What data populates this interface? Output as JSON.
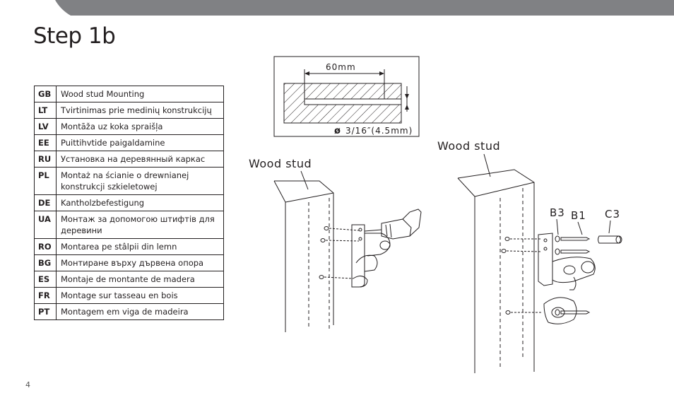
{
  "title": "Step 1b",
  "page_number": "4",
  "languages": [
    {
      "code": "GB",
      "text": "Wood stud Mounting"
    },
    {
      "code": "LT",
      "text": "Tvirtinimas prie medinių konstrukcijų"
    },
    {
      "code": "LV",
      "text": "Montāža uz koka spraišļa"
    },
    {
      "code": "EE",
      "text": "Puittihvtide paigaldamine"
    },
    {
      "code": "RU",
      "text": "Установка на деревянный каркас"
    },
    {
      "code": "PL",
      "text": "Montaż na ścianie o drewnianej konstrukcji szkieletowej"
    },
    {
      "code": "DE",
      "text": "Kantholzbefestigung"
    },
    {
      "code": "UA",
      "text": "Монтаж за допомогою штифтів для деревини"
    },
    {
      "code": "RO",
      "text": "Montarea pe stâlpii din lemn"
    },
    {
      "code": "BG",
      "text": "Монтиране върху дървена опора"
    },
    {
      "code": "ES",
      "text": "Montaje de montante de madera"
    },
    {
      "code": "FR",
      "text": "Montage sur tasseau en bois"
    },
    {
      "code": "PT",
      "text": "Montagem em viga de madeira"
    }
  ],
  "drill_diagram": {
    "depth_label": "60mm",
    "diameter_label": "3/16″(4.5mm)"
  },
  "figure_left": {
    "stud_label": "Wood stud"
  },
  "figure_right": {
    "stud_label": "Wood stud",
    "part_b3": "B3",
    "part_b1": "B1",
    "part_c3": "C3"
  },
  "colors": {
    "top_bar": "#808184",
    "text": "#231f20"
  }
}
